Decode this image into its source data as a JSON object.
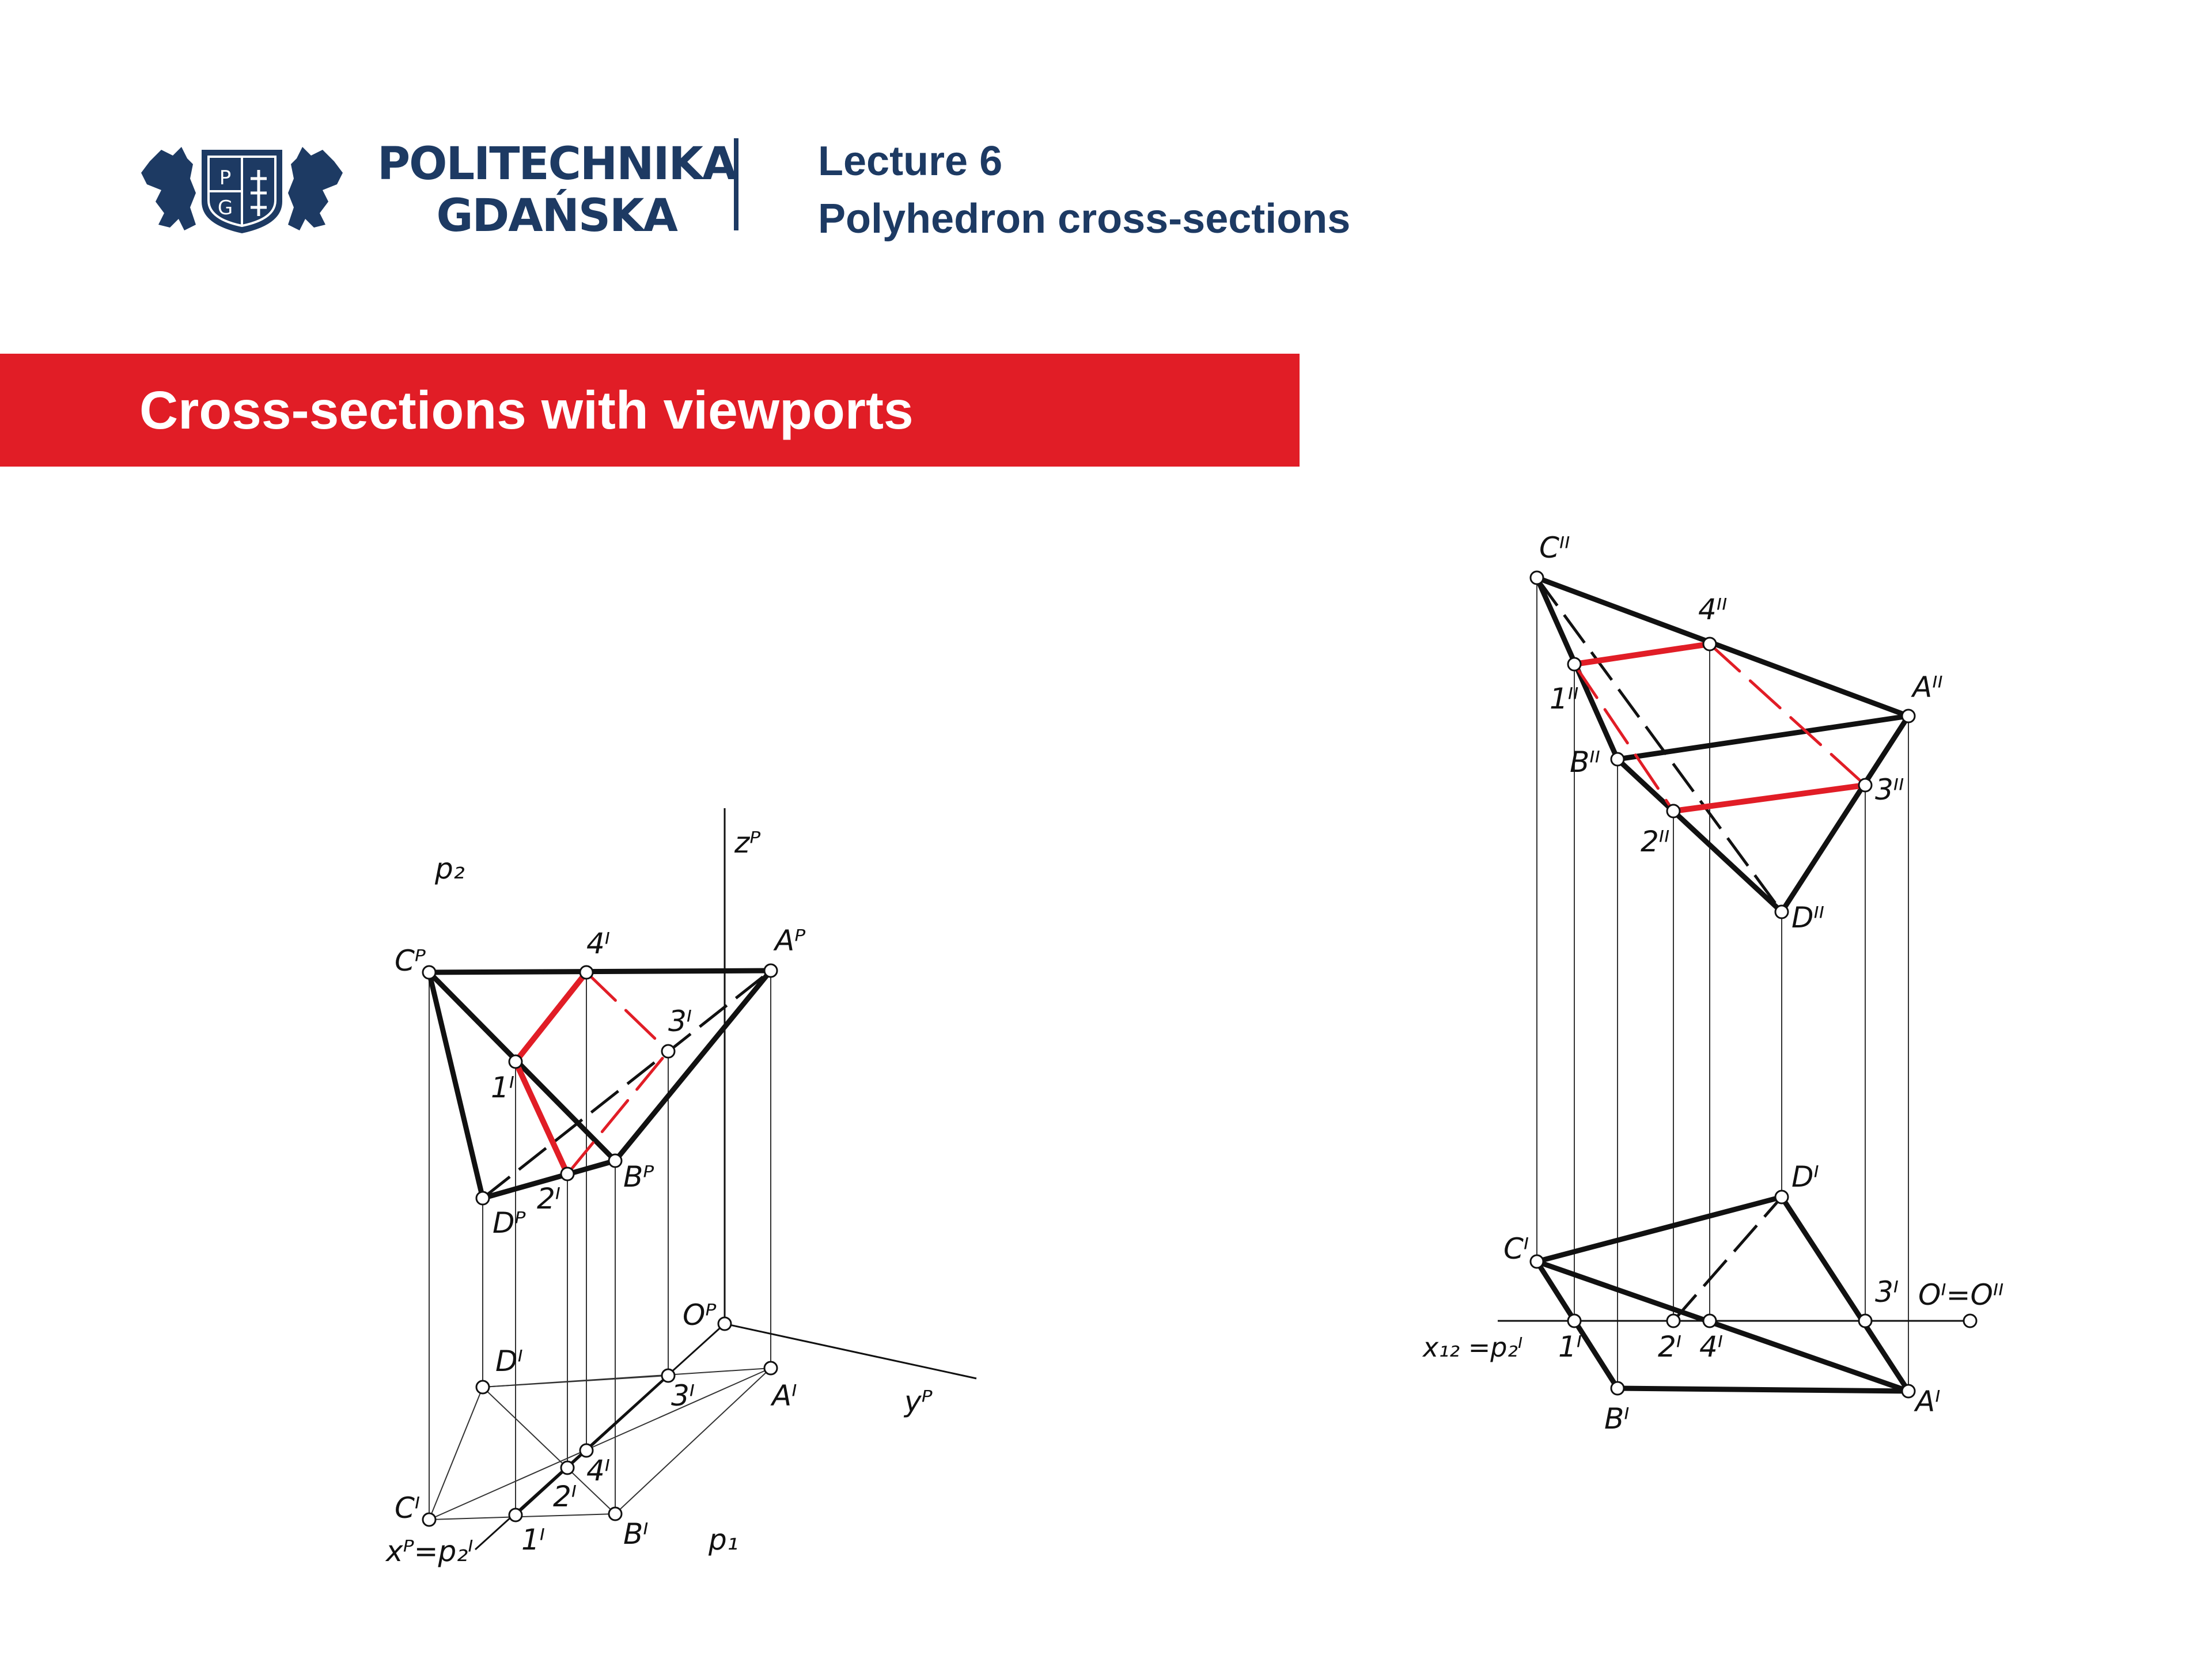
{
  "header": {
    "logo_line1": "POLITECHNIKA",
    "logo_line2": "GDAŃSKA",
    "shield_letters": [
      "P",
      "G"
    ],
    "lecture_line1": "Lecture 6",
    "lecture_line2": "Polyhedron cross-sections"
  },
  "banner": {
    "title": "Cross-sections with viewports",
    "color": "#e11d26"
  },
  "colors": {
    "brand": "#1d3a63",
    "section": "#e11d26",
    "edge": "#111111"
  },
  "left_diagram": {
    "plane_labels": {
      "p2": "p₂",
      "p1": "p₁"
    },
    "axes": {
      "z": "zᴾ",
      "y": "yᴾ",
      "origin": "Oᴾ",
      "x": "xᴾ=p₂ᴵ"
    },
    "vertices": {
      "A": "Aᴾ",
      "B": "Bᴾ",
      "C": "Cᴾ",
      "D": "Dᴾ"
    },
    "section_points": {
      "p1": "1ᴵ",
      "p2": "2ᴵ",
      "p3": "3ᴵ",
      "p4": "4ᴵ"
    },
    "plan_vertices": {
      "A": "Aᴵ",
      "B": "Bᴵ",
      "C": "Cᴵ",
      "D": "Dᴵ"
    },
    "plan_points": {
      "p1": "1ᴵ",
      "p2": "2ᴵ",
      "p3": "3ᴵ",
      "p4": "4ᴵ"
    }
  },
  "right_diagram": {
    "front_vertices": {
      "A": "Aᴵᴵ",
      "B": "Bᴵᴵ",
      "C": "Cᴵᴵ",
      "D": "Dᴵᴵ"
    },
    "front_points": {
      "p1": "1ᴵᴵ",
      "p2": "2ᴵᴵ",
      "p3": "3ᴵᴵ",
      "p4": "4ᴵᴵ"
    },
    "top_vertices": {
      "A": "Aᴵ",
      "B": "Bᴵ",
      "C": "Cᴵ",
      "D": "Dᴵ"
    },
    "top_points": {
      "p1": "1ᴵ",
      "p2": "2ᴵ",
      "p3": "3ᴵ",
      "p4": "4ᴵ"
    },
    "axis_label": "x₁₂ =p₂ᴵ",
    "origin_label": "Oᴵ=Oᴵᴵ"
  }
}
